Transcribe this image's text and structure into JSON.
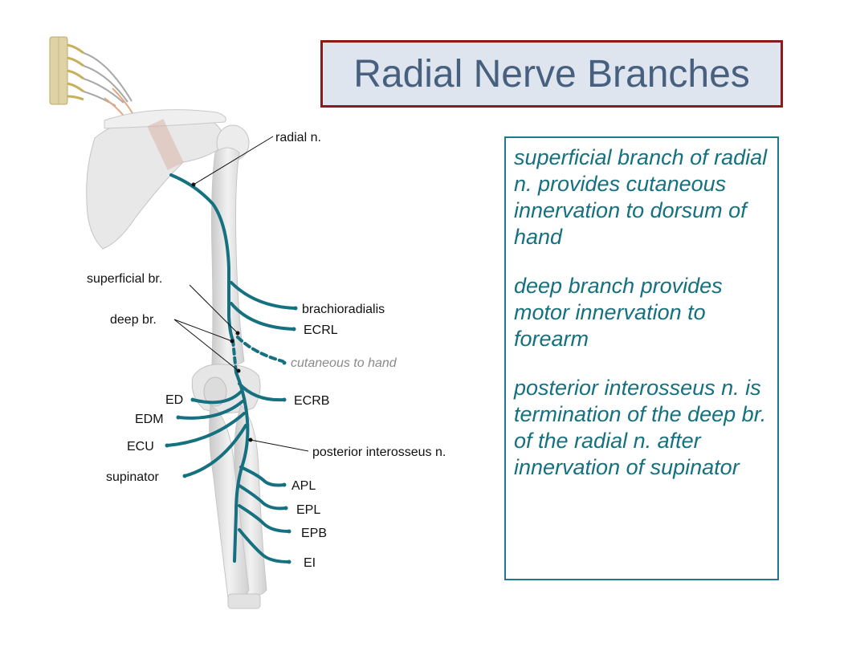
{
  "slide": {
    "title": "Radial Nerve Branches",
    "colors": {
      "title_text": "#48607f",
      "title_bg": "#dfe5ee",
      "title_border": "#8b1a1a",
      "nerve": "#15707f",
      "note_text": "#15707f",
      "note_border": "#1d7a8a"
    },
    "notes": [
      "superficial branch of radial n. provides cutaneous innervation to dorsum of hand",
      "deep branch provides motor innervation to forearm",
      "posterior interosseus n. is termination of the deep br. of the radial n. after innervation of supinator"
    ]
  },
  "diagram": {
    "labels": {
      "radial_n": "radial n.",
      "superficial_br": "superficial br.",
      "deep_br": "deep br.",
      "brachioradialis": "brachioradialis",
      "ecrl": "ECRL",
      "cutaneous_to_hand": "cutaneous to hand",
      "ecrb": "ECRB",
      "ed": "ED",
      "edm": "EDM",
      "ecu": "ECU",
      "supinator": "supinator",
      "posterior_interosseus_n": "posterior interosseus n.",
      "apl": "APL",
      "epl": "EPL",
      "epb": "EPB",
      "ei": "EI"
    }
  }
}
